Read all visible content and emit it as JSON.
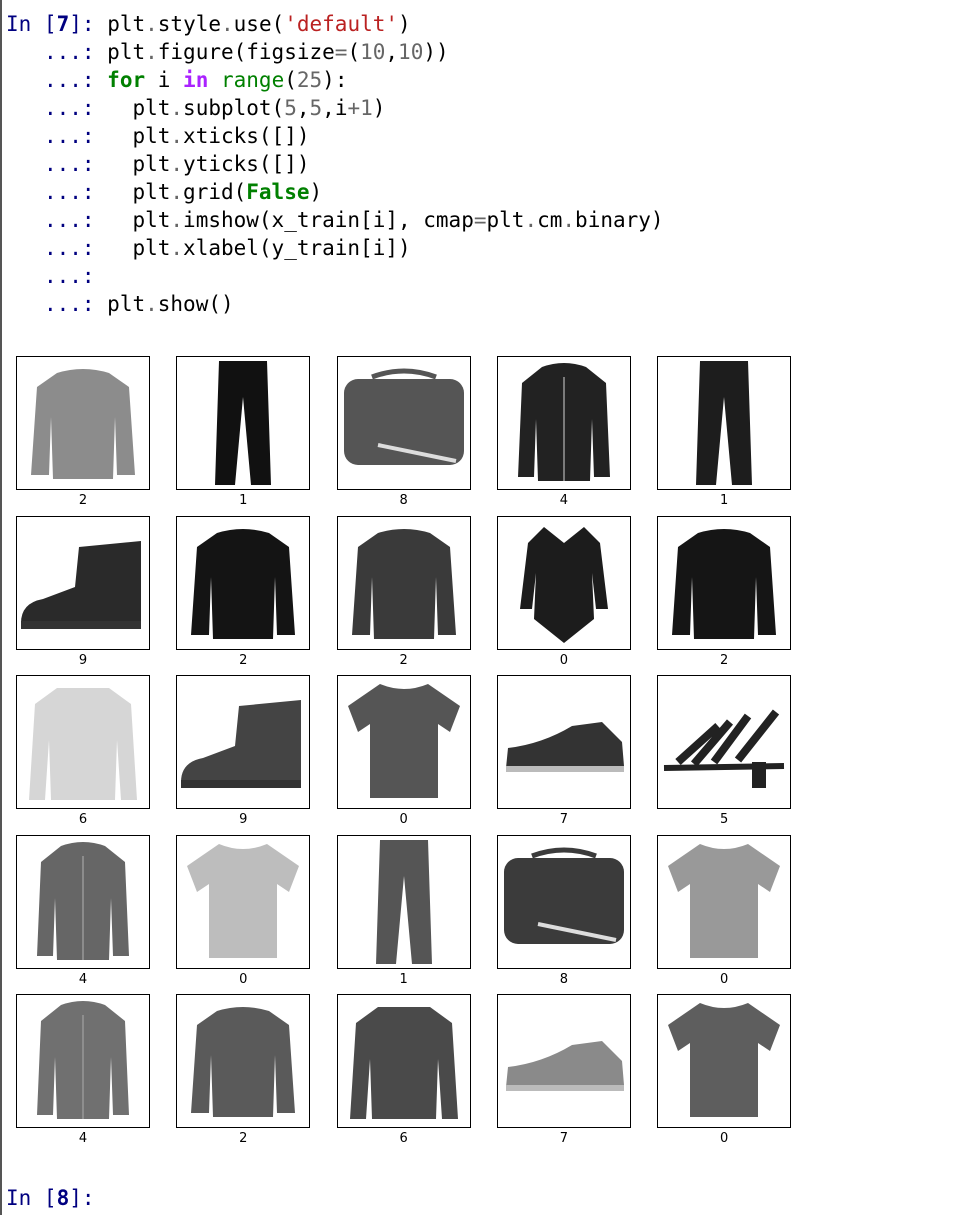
{
  "input_prompt": {
    "prefix": "In [",
    "number": "7",
    "suffix": "]:"
  },
  "continuation": "...:",
  "code_lines": [
    [
      {
        "t": "plt"
      },
      {
        "t": ".",
        "c": "op"
      },
      {
        "t": "style"
      },
      {
        "t": ".",
        "c": "op"
      },
      {
        "t": "use("
      },
      {
        "t": "'default'",
        "c": "str"
      },
      {
        "t": ")"
      }
    ],
    [
      {
        "t": "plt"
      },
      {
        "t": ".",
        "c": "op"
      },
      {
        "t": "figure(figsize"
      },
      {
        "t": "=",
        "c": "op"
      },
      {
        "t": "("
      },
      {
        "t": "10",
        "c": "num"
      },
      {
        "t": ","
      },
      {
        "t": "10",
        "c": "num"
      },
      {
        "t": "))"
      }
    ],
    [
      {
        "t": "for",
        "c": "kw"
      },
      {
        "t": " i "
      },
      {
        "t": "in",
        "c": "kw2"
      },
      {
        "t": " "
      },
      {
        "t": "range",
        "c": "bi"
      },
      {
        "t": "("
      },
      {
        "t": "25",
        "c": "num"
      },
      {
        "t": "):"
      }
    ],
    [
      {
        "t": "  plt"
      },
      {
        "t": ".",
        "c": "op"
      },
      {
        "t": "subplot("
      },
      {
        "t": "5",
        "c": "num"
      },
      {
        "t": ","
      },
      {
        "t": "5",
        "c": "num"
      },
      {
        "t": ",i"
      },
      {
        "t": "+",
        "c": "op"
      },
      {
        "t": "1",
        "c": "num"
      },
      {
        "t": ")"
      }
    ],
    [
      {
        "t": "  plt"
      },
      {
        "t": ".",
        "c": "op"
      },
      {
        "t": "xticks([])"
      }
    ],
    [
      {
        "t": "  plt"
      },
      {
        "t": ".",
        "c": "op"
      },
      {
        "t": "yticks([])"
      }
    ],
    [
      {
        "t": "  plt"
      },
      {
        "t": ".",
        "c": "op"
      },
      {
        "t": "grid("
      },
      {
        "t": "False",
        "c": "kw"
      },
      {
        "t": ")"
      }
    ],
    [
      {
        "t": "  plt"
      },
      {
        "t": ".",
        "c": "op"
      },
      {
        "t": "imshow(x_train[i], cmap"
      },
      {
        "t": "=",
        "c": "op"
      },
      {
        "t": "plt"
      },
      {
        "t": ".",
        "c": "op"
      },
      {
        "t": "cm"
      },
      {
        "t": ".",
        "c": "op"
      },
      {
        "t": "binary)"
      }
    ],
    [
      {
        "t": "  plt"
      },
      {
        "t": ".",
        "c": "op"
      },
      {
        "t": "xlabel(y_train[i])"
      }
    ],
    [],
    [
      {
        "t": "plt"
      },
      {
        "t": ".",
        "c": "op"
      },
      {
        "t": "show()"
      }
    ]
  ],
  "figure": {
    "rows": 5,
    "cols": 5,
    "images": [
      {
        "label": "2",
        "item": "pullover"
      },
      {
        "label": "1",
        "item": "trouser"
      },
      {
        "label": "8",
        "item": "bag"
      },
      {
        "label": "4",
        "item": "coat"
      },
      {
        "label": "1",
        "item": "trouser"
      },
      {
        "label": "9",
        "item": "ankle-boot"
      },
      {
        "label": "2",
        "item": "pullover"
      },
      {
        "label": "2",
        "item": "pullover"
      },
      {
        "label": "0",
        "item": "bodysuit"
      },
      {
        "label": "2",
        "item": "pullover"
      },
      {
        "label": "6",
        "item": "shirt"
      },
      {
        "label": "9",
        "item": "ankle-boot"
      },
      {
        "label": "0",
        "item": "tshirt"
      },
      {
        "label": "7",
        "item": "sneaker"
      },
      {
        "label": "5",
        "item": "sandal"
      },
      {
        "label": "4",
        "item": "coat"
      },
      {
        "label": "0",
        "item": "tshirt"
      },
      {
        "label": "1",
        "item": "trouser"
      },
      {
        "label": "8",
        "item": "bag"
      },
      {
        "label": "0",
        "item": "tshirt"
      },
      {
        "label": "4",
        "item": "coat"
      },
      {
        "label": "2",
        "item": "pullover"
      },
      {
        "label": "6",
        "item": "shirt"
      },
      {
        "label": "7",
        "item": "sneaker"
      },
      {
        "label": "0",
        "item": "tshirt"
      }
    ]
  },
  "next_prompt": {
    "prefix": "In [",
    "number": "8",
    "suffix": "]:"
  }
}
